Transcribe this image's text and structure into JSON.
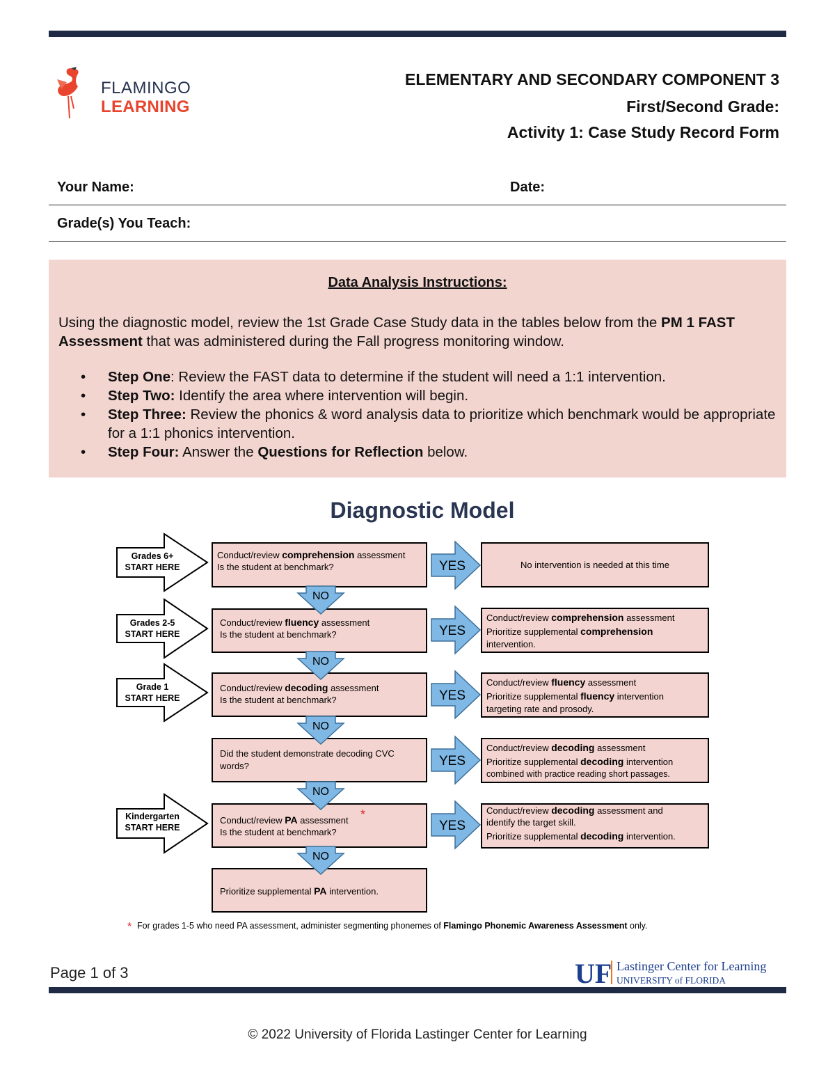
{
  "header": {
    "logo_line1": "FLAMINGO",
    "logo_line2": "LEARNING",
    "title": "ELEMENTARY AND SECONDARY COMPONENT 3",
    "subtitle": "First/Second Grade:",
    "activity": "Activity 1: Case Study Record Form"
  },
  "form": {
    "name_label": "Your Name:",
    "date_label": "Date:",
    "grades_label": "Grade(s) You Teach:"
  },
  "instructions": {
    "title": "Data Analysis Instructions:",
    "intro_pre": "Using the diagnostic model, review the 1st Grade Case Study data in the tables below from the ",
    "intro_bold": "PM 1 FAST Assessment",
    "intro_post": " that was administered during the Fall progress monitoring window.",
    "steps": [
      {
        "label": "Step One",
        "text": ": Review the FAST data to determine if the student will need a 1:1 intervention."
      },
      {
        "label": "Step Two:",
        "text": " Identify the area where intervention will begin."
      },
      {
        "label": "Step Three:",
        "text": " Review the phonics & word analysis data to prioritize which benchmark would be appropriate for a 1:1 phonics intervention."
      },
      {
        "label": "Step Four:",
        "text": " Answer the ",
        "bold2": "Questions for Reflection",
        "text2": " below."
      }
    ]
  },
  "diagram": {
    "title": "Diagnostic Model",
    "start_arrows": [
      {
        "line1": "Grades 6+",
        "line2": "START HERE"
      },
      {
        "line1": "Grades 2-5",
        "line2": "START HERE"
      },
      {
        "line1": "Grade 1",
        "line2": "START HERE"
      },
      {
        "line1": "Kindergarten",
        "line2": "START HERE"
      }
    ],
    "yes_label": "YES",
    "no_label": "NO",
    "middle_boxes": [
      {
        "l1a": "Conduct/review ",
        "l1b": "comprehension",
        "l1c": " assessment",
        "l2": "Is the student at benchmark?"
      },
      {
        "l1a": "Conduct/review ",
        "l1b": "fluency",
        "l1c": " assessment",
        "l2": "Is the student at benchmark?"
      },
      {
        "l1a": "Conduct/review ",
        "l1b": "decoding",
        "l1c": " assessment",
        "l2": "Is the student at benchmark?"
      },
      {
        "l1a": "Did the student demonstrate decoding CVC",
        "l1b": "",
        "l1c": "",
        "l2": "words?"
      },
      {
        "l1a": "Conduct/review ",
        "l1b": "PA",
        "l1c": " assessment",
        "l2": "Is the student at benchmark?"
      }
    ],
    "final_box": {
      "a": "Prioritize supplemental ",
      "b": "PA",
      "c": " intervention."
    },
    "right_boxes": [
      {
        "lines": [
          [
            "No intervention is needed at this time",
            "",
            ""
          ]
        ]
      },
      {
        "lines": [
          [
            "Conduct/review ",
            "comprehension",
            " assessment"
          ],
          [
            "Prioritize supplemental ",
            "comprehension",
            ""
          ],
          [
            "intervention.",
            "",
            ""
          ]
        ]
      },
      {
        "lines": [
          [
            "Conduct/review ",
            "fluency",
            " assessment"
          ],
          [
            "Prioritize supplemental ",
            "fluency",
            " intervention"
          ],
          [
            "targeting rate and prosody.",
            "",
            ""
          ]
        ]
      },
      {
        "lines": [
          [
            "Conduct/review ",
            "decoding",
            " assessment"
          ],
          [
            "Prioritize supplemental ",
            "decoding",
            " intervention"
          ],
          [
            "combined with practice reading short passages.",
            "",
            ""
          ]
        ]
      },
      {
        "lines": [
          [
            "Conduct/review ",
            "decoding",
            " assessment and"
          ],
          [
            "identify the target skill.",
            "",
            ""
          ],
          [
            "Prioritize supplemental ",
            "decoding",
            " intervention."
          ]
        ]
      }
    ],
    "footnote": {
      "a": "For grades 1-5 who need PA assessment, administer segmenting phonemes of ",
      "b": "Flamingo Phonemic Awareness Assessment",
      "c": " only."
    }
  },
  "footer": {
    "page": "Page 1 of 3",
    "uf": "UF",
    "center_name": "Lastinger Center for Learning",
    "university": "UNIVERSITY of FLORIDA",
    "copyright": "© 2022 University of Florida Lastinger Center for Learning"
  },
  "colors": {
    "navy": "#1f2a44",
    "flamingo": "#e8442e",
    "panel": "#f3d5d0",
    "box_fill": "#f4d4d0",
    "arrow_blue": "#7fb8e4",
    "uf_blue": "#1d3f8f"
  }
}
